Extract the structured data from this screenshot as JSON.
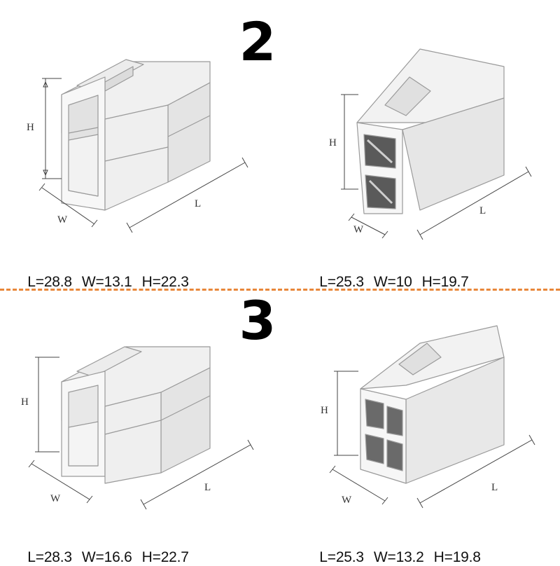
{
  "sections": [
    {
      "number": "2",
      "connectors": [
        {
          "L": "L=28.8",
          "W": "W=13.1",
          "H": "H=22.3"
        },
        {
          "L": "L=25.3",
          "W": "W=10",
          "H": "H=19.7"
        }
      ]
    },
    {
      "number": "3",
      "connectors": [
        {
          "L": "L=28.3",
          "W": "W=16.6",
          "H": "H=22.7"
        },
        {
          "L": "L=25.3",
          "W": "W=13.2",
          "H": "H=19.8"
        }
      ]
    }
  ],
  "axis_letters": {
    "length": "L",
    "width": "W",
    "height": "H"
  },
  "colors": {
    "divider": "#e8873a",
    "housing": "#f4f4f4",
    "housing_shadow": "#d2d2d2",
    "outline": "#9a9a9a"
  }
}
